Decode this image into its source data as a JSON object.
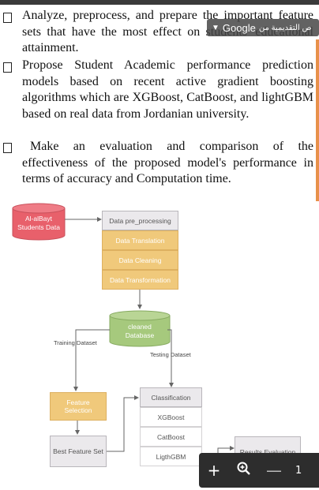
{
  "bullets": [
    "Analyze, preprocess, and prepare the important feature sets that have the most effect on students' educational attainment.",
    "Propose Student Academic performance prediction models based on recent active gradient boosting algorithms which are XGBoost, CatBoost, and lightGBM based on real data from Jordanian university.",
    "Make an evaluation and comparison of the effectiveness of the proposed model's performance in terms of accuracy and Computation time."
  ],
  "translate_badge": {
    "brand": "Google",
    "arabic": "ص التقديمية من",
    "icon": "chevron-down-icon"
  },
  "diagram": {
    "source_db_line1": "Al-alBayt",
    "source_db_line2": "Students Data",
    "preprocessing": "Data pre_processing",
    "translation": "Data Translation",
    "cleaning": "Data Cleaning",
    "transformation": "Data Transformation",
    "cleaned_db_line1": "cleaned",
    "cleaned_db_line2": "Database",
    "training_label": "Training Dataset",
    "testing_label": "Testing Dataset",
    "feature_selection_line1": "Feature",
    "feature_selection_line2": "Selection",
    "best_feature_set": "Best Feature Set",
    "classification": "Classification",
    "xgboost": "XGBoost",
    "catboost": "CatBoost",
    "lightgbm": "LigthGBM",
    "results_evaluation": "Results Evaluation",
    "colors": {
      "red_db": "#e8606b",
      "green_db": "#a6c97d",
      "yellow_box": "#f0c97b",
      "gray_box": "#ebe9ec"
    }
  },
  "viewer": {
    "zoom_in_icon": "plus-icon",
    "zoom_magnifier_icon": "zoom-in-icon",
    "zoom_out_icon": "minus-icon",
    "page_number": "1"
  }
}
